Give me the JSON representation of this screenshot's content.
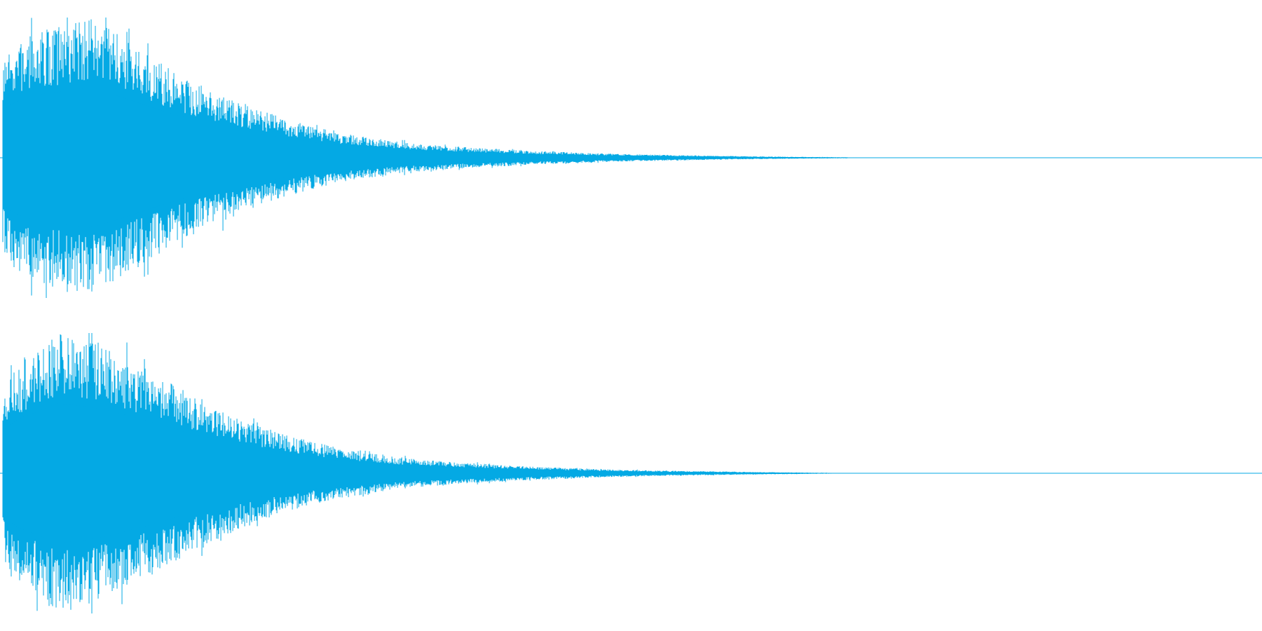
{
  "view": {
    "background": "#ffffff",
    "waveform_color": "#04a9e4"
  },
  "waveform": {
    "duration_fraction_active": 0.67,
    "channels": [
      {
        "name": "left",
        "envelope": [
          [
            0.0,
            0.55
          ],
          [
            0.005,
            0.72
          ],
          [
            0.015,
            0.82
          ],
          [
            0.03,
            0.9
          ],
          [
            0.05,
            0.95
          ],
          [
            0.07,
            1.0
          ],
          [
            0.09,
            0.9
          ],
          [
            0.11,
            0.78
          ],
          [
            0.13,
            0.66
          ],
          [
            0.15,
            0.56
          ],
          [
            0.17,
            0.48
          ],
          [
            0.19,
            0.4
          ],
          [
            0.21,
            0.33
          ],
          [
            0.23,
            0.27
          ],
          [
            0.25,
            0.22
          ],
          [
            0.27,
            0.18
          ],
          [
            0.29,
            0.15
          ],
          [
            0.31,
            0.12
          ],
          [
            0.33,
            0.1
          ],
          [
            0.36,
            0.08
          ],
          [
            0.39,
            0.065
          ],
          [
            0.42,
            0.05
          ],
          [
            0.45,
            0.04
          ],
          [
            0.48,
            0.03
          ],
          [
            0.52,
            0.022
          ],
          [
            0.56,
            0.015
          ],
          [
            0.6,
            0.01
          ],
          [
            0.64,
            0.006
          ],
          [
            0.67,
            0.004
          ],
          [
            0.68,
            0.0
          ],
          [
            1.0,
            0.0
          ]
        ]
      },
      {
        "name": "right",
        "envelope": [
          [
            0.0,
            0.5
          ],
          [
            0.005,
            0.66
          ],
          [
            0.015,
            0.78
          ],
          [
            0.03,
            0.88
          ],
          [
            0.045,
            1.0
          ],
          [
            0.065,
            0.96
          ],
          [
            0.085,
            0.9
          ],
          [
            0.11,
            0.78
          ],
          [
            0.13,
            0.68
          ],
          [
            0.15,
            0.57
          ],
          [
            0.17,
            0.48
          ],
          [
            0.19,
            0.4
          ],
          [
            0.21,
            0.33
          ],
          [
            0.23,
            0.27
          ],
          [
            0.25,
            0.22
          ],
          [
            0.27,
            0.18
          ],
          [
            0.29,
            0.15
          ],
          [
            0.31,
            0.12
          ],
          [
            0.33,
            0.1
          ],
          [
            0.36,
            0.08
          ],
          [
            0.39,
            0.063
          ],
          [
            0.42,
            0.048
          ],
          [
            0.45,
            0.038
          ],
          [
            0.48,
            0.028
          ],
          [
            0.52,
            0.02
          ],
          [
            0.56,
            0.014
          ],
          [
            0.6,
            0.009
          ],
          [
            0.64,
            0.005
          ],
          [
            0.66,
            0.003
          ],
          [
            0.67,
            0.0
          ],
          [
            1.0,
            0.0
          ]
        ]
      }
    ]
  }
}
